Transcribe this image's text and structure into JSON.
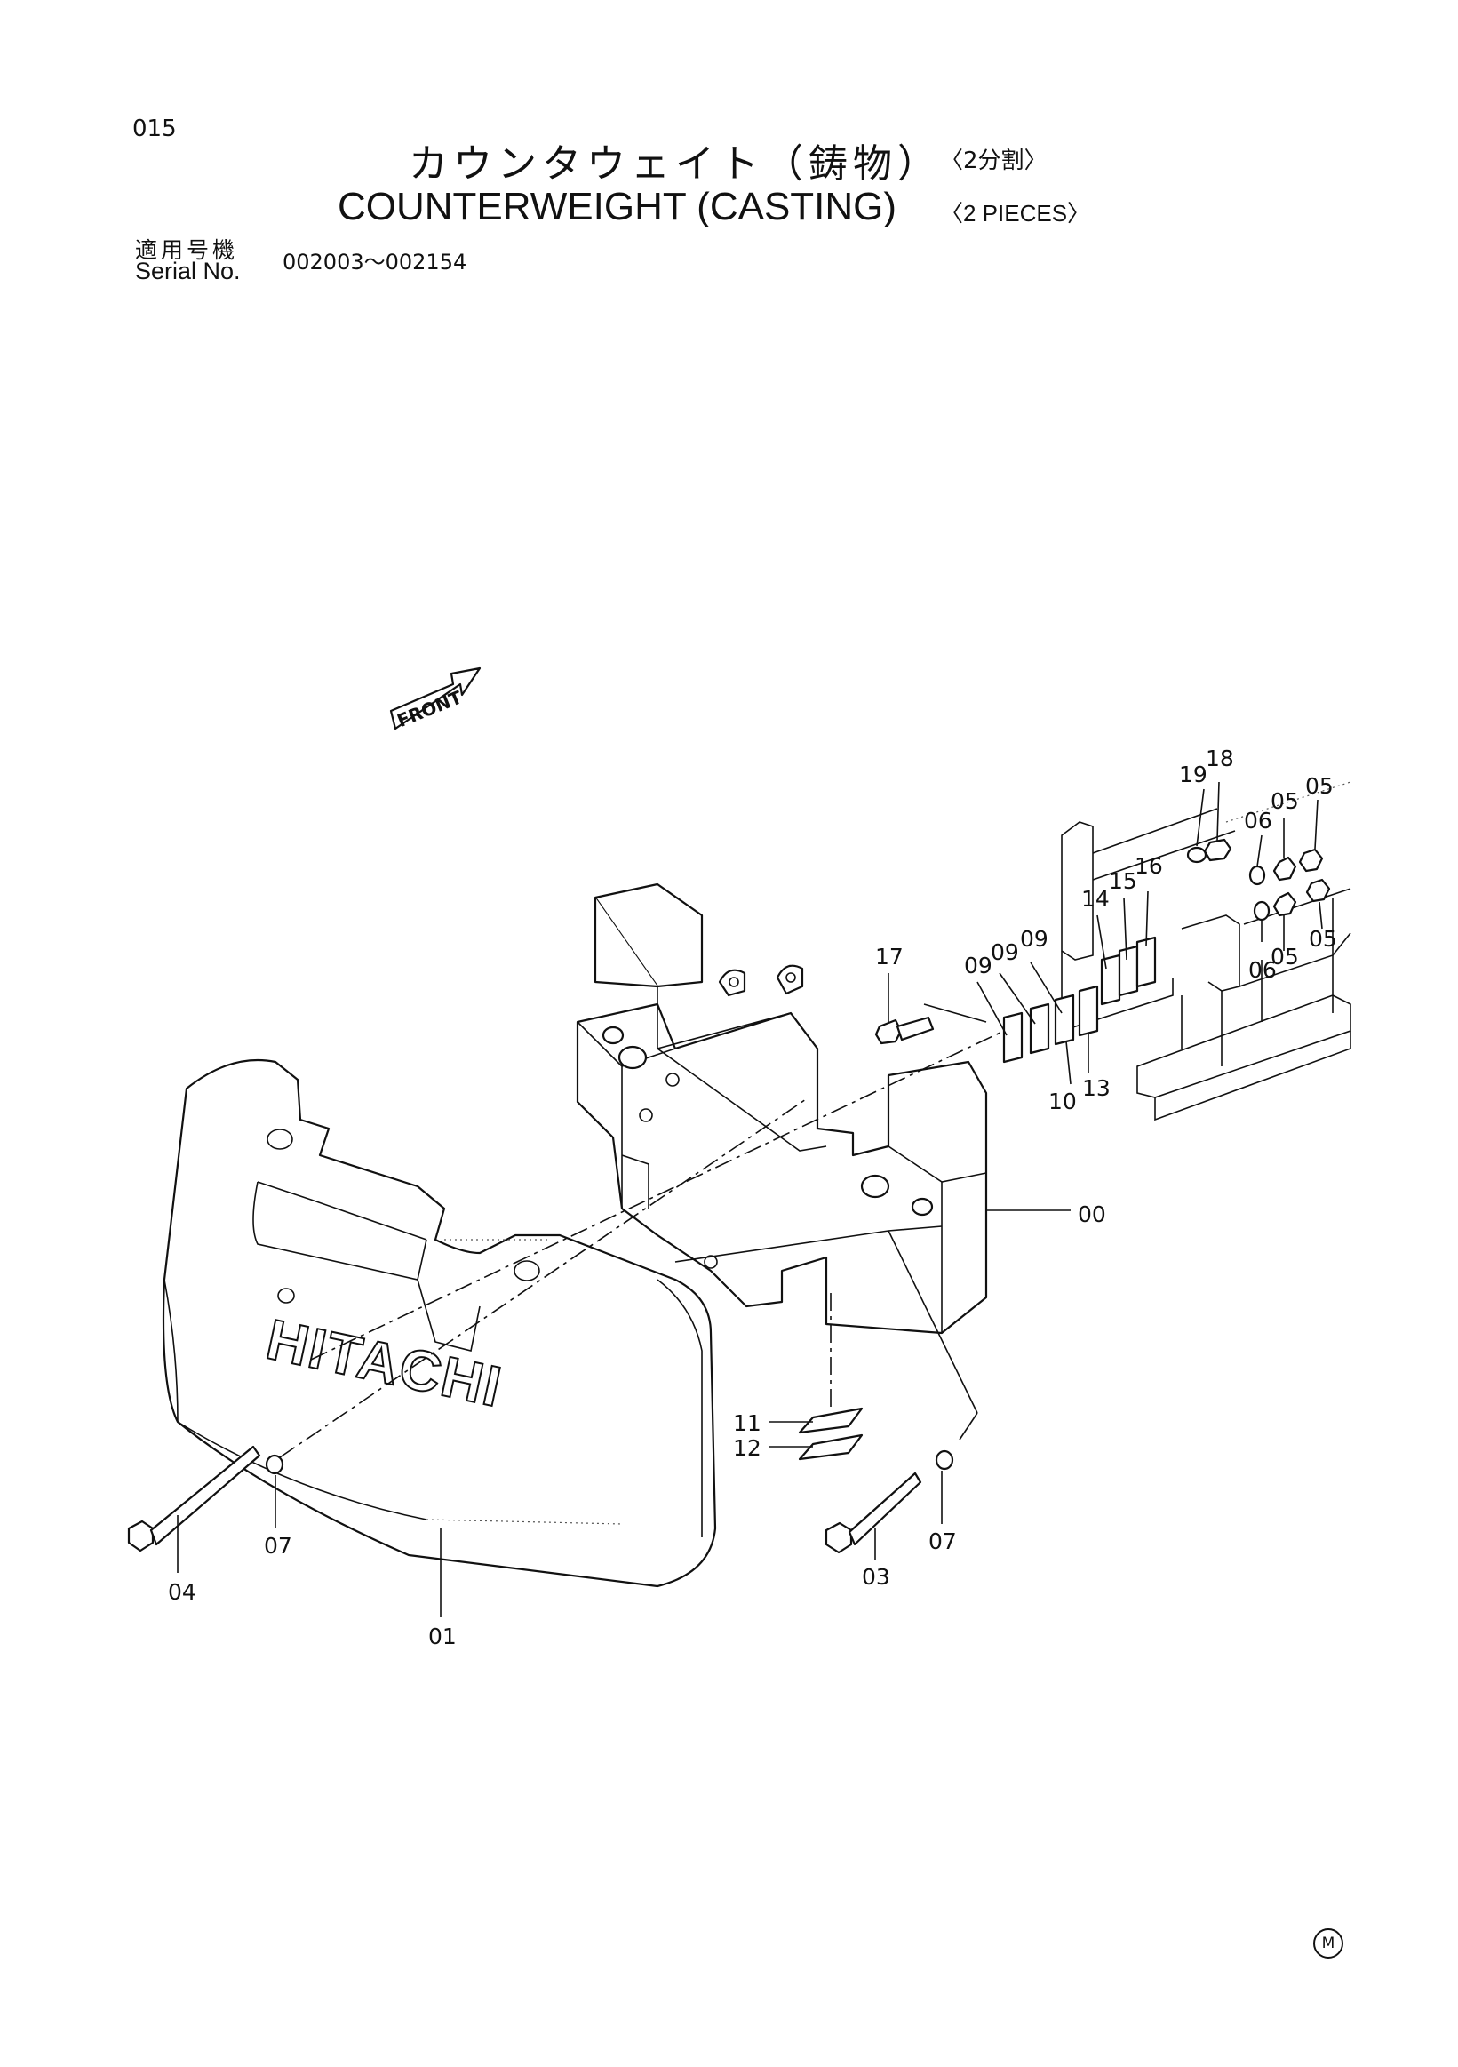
{
  "page_number": "015",
  "title": {
    "jp": "カウンタウェイト（鋳物）",
    "jp_sub": "〈2分割〉",
    "en": "COUNTERWEIGHT  (CASTING)",
    "en_sub": "〈2 PIECES〉"
  },
  "serial": {
    "label_jp": "適用号機",
    "label_en": "Serial No.",
    "range": "002003～002154"
  },
  "diagram": {
    "front_label": "FRONT",
    "brand_label": "HITACHI",
    "callouts": [
      "00",
      "01",
      "03",
      "04",
      "05",
      "05",
      "05",
      "05",
      "06",
      "06",
      "07",
      "07",
      "09",
      "09",
      "09",
      "10",
      "11",
      "12",
      "13",
      "14",
      "15",
      "16",
      "17",
      "18",
      "19"
    ]
  },
  "corner_mark": "M"
}
